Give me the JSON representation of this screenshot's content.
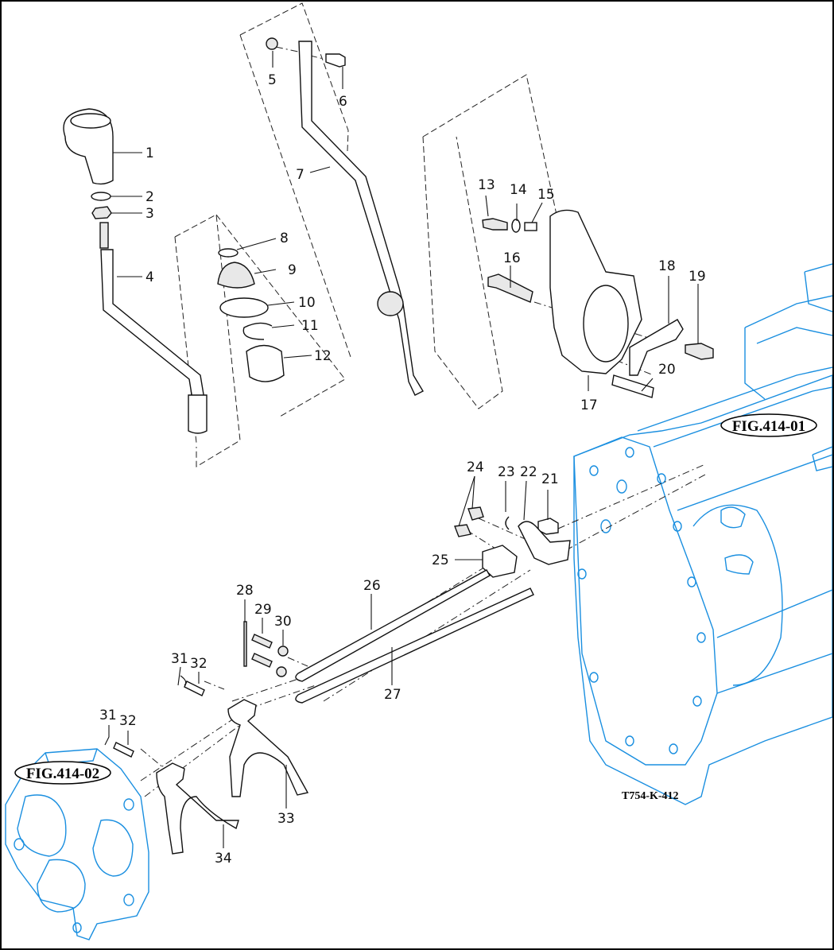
{
  "diagram": {
    "drawing_code": "T754-K-412",
    "reference_figures": [
      {
        "id": "fig-414-01",
        "label": "FIG.414-01"
      },
      {
        "id": "fig-414-02",
        "label": "FIG.414-02"
      }
    ],
    "callouts": [
      {
        "num": "1"
      },
      {
        "num": "2"
      },
      {
        "num": "3"
      },
      {
        "num": "4"
      },
      {
        "num": "5"
      },
      {
        "num": "6"
      },
      {
        "num": "7"
      },
      {
        "num": "8"
      },
      {
        "num": "9"
      },
      {
        "num": "10"
      },
      {
        "num": "11"
      },
      {
        "num": "12"
      },
      {
        "num": "13"
      },
      {
        "num": "14"
      },
      {
        "num": "15"
      },
      {
        "num": "16"
      },
      {
        "num": "17"
      },
      {
        "num": "18"
      },
      {
        "num": "19"
      },
      {
        "num": "20"
      },
      {
        "num": "21"
      },
      {
        "num": "22"
      },
      {
        "num": "23"
      },
      {
        "num": "24"
      },
      {
        "num": "25"
      },
      {
        "num": "26"
      },
      {
        "num": "27"
      },
      {
        "num": "28"
      },
      {
        "num": "29"
      },
      {
        "num": "30"
      },
      {
        "num": "31"
      },
      {
        "num": "32"
      },
      {
        "num": "31"
      },
      {
        "num": "32"
      },
      {
        "num": "33"
      },
      {
        "num": "34"
      }
    ],
    "colors": {
      "parts_line": "#111111",
      "reference_housing": "#1a8fe0",
      "background": "#ffffff"
    }
  }
}
